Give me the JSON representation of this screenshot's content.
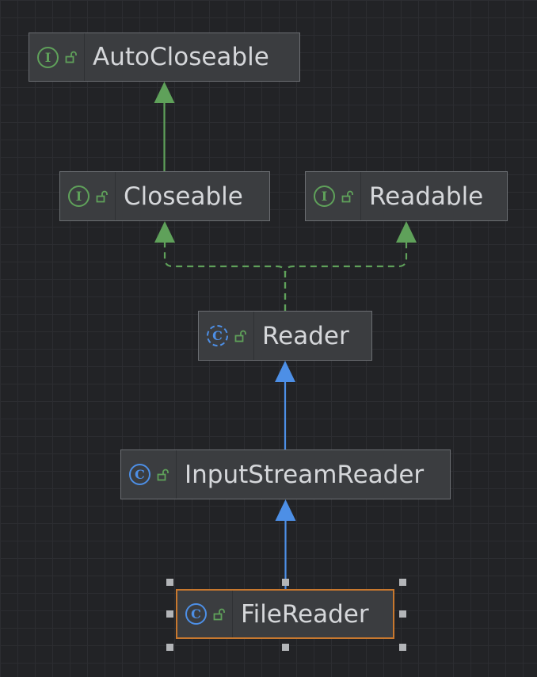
{
  "diagram": {
    "nodes": [
      {
        "id": "autocloseable",
        "label": "AutoCloseable",
        "kind": "interface",
        "badge": "I",
        "visibility": "public",
        "selected": false
      },
      {
        "id": "closeable",
        "label": "Closeable",
        "kind": "interface",
        "badge": "I",
        "visibility": "public",
        "selected": false
      },
      {
        "id": "readable",
        "label": "Readable",
        "kind": "interface",
        "badge": "I",
        "visibility": "public",
        "selected": false
      },
      {
        "id": "reader",
        "label": "Reader",
        "kind": "abstract-class",
        "badge": "C",
        "visibility": "public",
        "selected": false
      },
      {
        "id": "inputstreamreader",
        "label": "InputStreamReader",
        "kind": "class",
        "badge": "C",
        "visibility": "public",
        "selected": false
      },
      {
        "id": "filereader",
        "label": "FileReader",
        "kind": "class",
        "badge": "C",
        "visibility": "public",
        "selected": true
      }
    ],
    "edges": [
      {
        "from": "closeable",
        "to": "autocloseable",
        "type": "extends"
      },
      {
        "from": "reader",
        "to": "closeable",
        "type": "implements"
      },
      {
        "from": "reader",
        "to": "readable",
        "type": "implements"
      },
      {
        "from": "inputstreamreader",
        "to": "reader",
        "type": "extends-class"
      },
      {
        "from": "filereader",
        "to": "inputstreamreader",
        "type": "extends-class"
      }
    ],
    "colors": {
      "background": "#222326",
      "node_fill": "#3b3d40",
      "node_border": "#6b6e72",
      "selected_border": "#c8782e",
      "interface_edge": "#5fa15a",
      "class_edge": "#4d8fe6",
      "label_text": "#d5d7da"
    },
    "icons": {
      "interface": "interface-badge-icon",
      "class": "class-badge-icon",
      "abstract-class": "abstract-class-badge-icon",
      "public": "unlocked-padlock-icon"
    }
  }
}
